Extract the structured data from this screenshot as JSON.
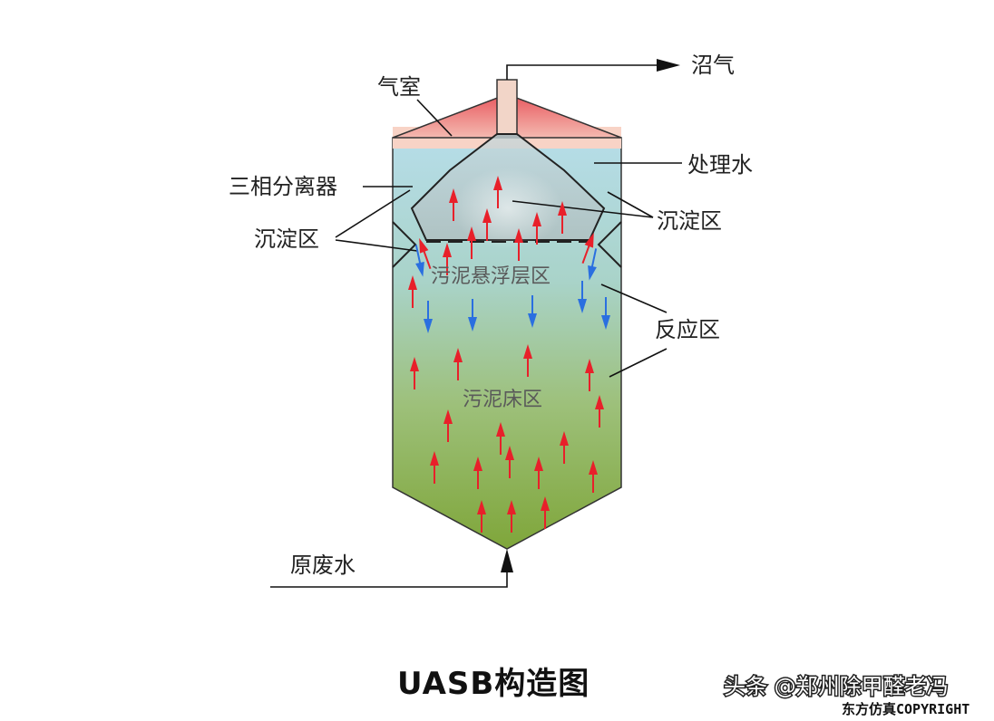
{
  "labels": {
    "gas_chamber": "气室",
    "biogas": "沼气",
    "treated_water": "处理水",
    "three_phase_separator": "三相分离器",
    "settling_zone_left": "沉淀区",
    "settling_zone_right": "沉淀区",
    "sludge_suspension_layer": "污泥悬浮层区",
    "reaction_zone": "反应区",
    "sludge_bed_zone": "污泥床区",
    "raw_wastewater": "原废水"
  },
  "caption": "UASB构造图",
  "watermark": {
    "line1": "头条 @郑州除甲醛老冯",
    "line2": "东方仿真COPYRIGHT"
  },
  "colors": {
    "gas_roof": "#e06a6e",
    "top_water": "#b6dde8",
    "bottom_sludge": "#7fa63a",
    "up_arrow": "#e8202a",
    "down_arrow": "#2a6fe0"
  }
}
